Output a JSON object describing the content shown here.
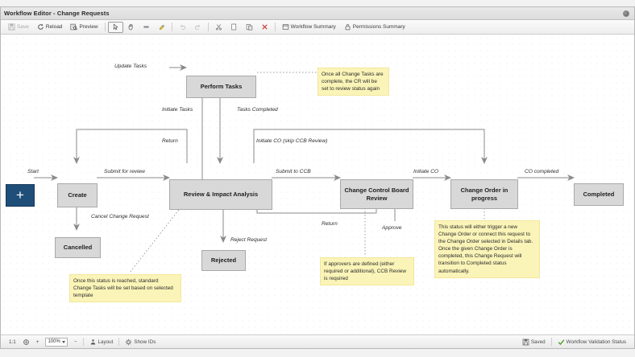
{
  "window": {
    "title": "Workflow Editor - Change Requests",
    "close_icon": "close-dot-icon"
  },
  "toolbar": {
    "items": [
      {
        "label": "Save",
        "icon": "save-icon",
        "state": "disabled"
      },
      {
        "label": "Reload",
        "icon": "reload-icon",
        "state": "enabled"
      },
      {
        "label": "Preview",
        "icon": "preview-icon",
        "state": "enabled"
      }
    ],
    "tools": [
      {
        "name": "select-tool",
        "icon": "cursor-icon",
        "state": "active"
      },
      {
        "name": "pan-tool",
        "icon": "hand-icon",
        "state": "enabled"
      },
      {
        "name": "connector-tool",
        "icon": "connector-icon",
        "state": "enabled"
      },
      {
        "name": "highlighter-tool",
        "icon": "highlighter-icon",
        "state": "enabled"
      }
    ],
    "history": [
      {
        "name": "undo-button",
        "icon": "undo-icon",
        "state": "disabled"
      },
      {
        "name": "redo-button",
        "icon": "redo-icon",
        "state": "disabled"
      }
    ],
    "clipboard": [
      {
        "name": "cut-button",
        "icon": "scissors-icon",
        "state": "enabled"
      },
      {
        "name": "copy-button",
        "icon": "copy-icon",
        "state": "enabled"
      },
      {
        "name": "paste-button",
        "icon": "paste-icon",
        "state": "enabled"
      },
      {
        "name": "delete-button",
        "icon": "delete-x-icon",
        "state": "enabled"
      }
    ],
    "summaries": [
      {
        "label": "Workflow Summary",
        "icon": "window-icon"
      },
      {
        "label": "Permissions Summary",
        "icon": "lock-icon"
      }
    ]
  },
  "diagram": {
    "nodes": [
      {
        "id": "start",
        "label": "+",
        "type": "start"
      },
      {
        "id": "create",
        "label": "Create",
        "type": "status"
      },
      {
        "id": "review",
        "label": "Review & Impact Analysis",
        "type": "status"
      },
      {
        "id": "perform",
        "label": "Perform Tasks",
        "type": "status"
      },
      {
        "id": "ccb",
        "label": "Change Control Board Review",
        "type": "status"
      },
      {
        "id": "co",
        "label": "Change Order in progress",
        "type": "status"
      },
      {
        "id": "completed",
        "label": "Completed",
        "type": "status"
      },
      {
        "id": "cancelled",
        "label": "Cancelled",
        "type": "status"
      },
      {
        "id": "rejected",
        "label": "Rejected",
        "type": "status"
      }
    ],
    "edges": [
      {
        "id": "e-start",
        "label": "Start"
      },
      {
        "id": "e-submit",
        "label": "Submit for review"
      },
      {
        "id": "e-cancel",
        "label": "Cancel Change Request"
      },
      {
        "id": "e-update",
        "label": "Update Tasks"
      },
      {
        "id": "e-initiate-t",
        "label": "Initiate Tasks"
      },
      {
        "id": "e-tasks-done",
        "label": "Tasks Completed"
      },
      {
        "id": "e-return-cr",
        "label": "Return"
      },
      {
        "id": "e-skip-ccb",
        "label": "Initiate CO (skip CCB Review)"
      },
      {
        "id": "e-to-ccb",
        "label": "Submit to CCB"
      },
      {
        "id": "e-return-ccb",
        "label": "Return"
      },
      {
        "id": "e-approve",
        "label": "Approve"
      },
      {
        "id": "e-initiate-co",
        "label": "Initiate CO"
      },
      {
        "id": "e-co-done",
        "label": "CO completed"
      },
      {
        "id": "e-reject",
        "label": "Reject Request"
      }
    ],
    "notes": [
      {
        "id": "note-perform",
        "text": "Once all Change Tasks are complete, the CR will be set to review status again"
      },
      {
        "id": "note-create",
        "text": "Once this status is reached, standard Change Tasks will be set based on selected template"
      },
      {
        "id": "note-ccb",
        "text": "If approvers are defined (either required or additional), CCB Review is required"
      },
      {
        "id": "note-co",
        "text": "This status will either trigger a new Change Order or connect this request to the Change Order selected in Details tab. Once the given Change Order is completed, this Change Request will transition to Completed status automatically."
      }
    ]
  },
  "statusbar": {
    "fit_ratio": "1:1",
    "fit_icon": "fit-to-screen-icon",
    "zoom_in": "+",
    "zoom_value": "100%",
    "zoom_out": "−",
    "layout_label": "Layout",
    "layout_icon": "layout-icon",
    "show_ids_label": "Show IDs",
    "show_ids_icon": "gear-icon",
    "saved_label": "Saved",
    "saved_icon": "save-icon",
    "validation_label": "Workflow Validation Status",
    "validation_icon": "check-icon"
  },
  "colors": {
    "accent": "#1f4e79",
    "node_fill": "#d8d8d8",
    "note_fill": "#fbf4b8",
    "edge": "#808080",
    "valid_green": "#4f9f27"
  }
}
